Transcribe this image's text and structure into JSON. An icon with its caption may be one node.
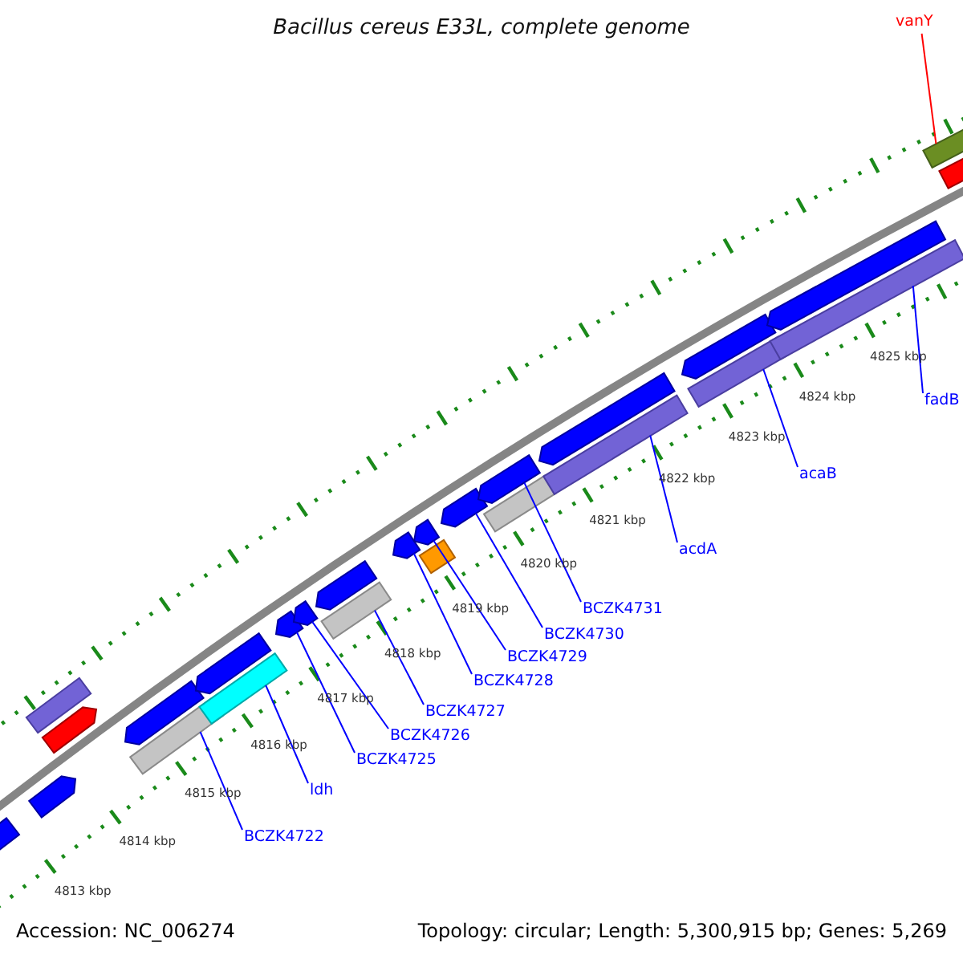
{
  "diagram": {
    "title": "Bacillus cereus E33L, complete genome",
    "nodes": [
      {
        "text": [
          "vanY"
        ]
      },
      {
        "text": [
          "fadB"
        ]
      },
      {
        "text": [
          "acaB"
        ]
      },
      {
        "text": [
          "acdA"
        ]
      },
      {
        "text": [
          "BCZK4731"
        ]
      },
      {
        "text": [
          "BCZK4730"
        ]
      },
      {
        "text": [
          "BCZK4729"
        ]
      },
      {
        "text": [
          "BCZK4728"
        ]
      },
      {
        "text": [
          "BCZK4727"
        ]
      },
      {
        "text": [
          "BCZK4726"
        ]
      },
      {
        "text": [
          "BCZK4725"
        ]
      },
      {
        "text": [
          "ldh"
        ]
      },
      {
        "text": [
          "BCZK4722"
        ]
      },
      {
        "text": [],
        "shape": "bar"
      },
      {
        "text": [],
        "shape": "bar"
      },
      {
        "text": [],
        "shape": "bar"
      },
      {
        "text": [],
        "shape": "bar"
      },
      {
        "text": [],
        "shape": "bar"
      },
      {
        "text": [],
        "shape": "bar"
      },
      {
        "text": [],
        "shape": "bar"
      },
      {
        "text": [],
        "shape": "bar"
      },
      {
        "text": [],
        "shape": "bar"
      },
      {
        "text": [],
        "shape": "bar"
      },
      {
        "text": [],
        "shape": "bar"
      },
      {
        "text": [],
        "shape": "bar"
      },
      {
        "text": [],
        "shape": "bar"
      },
      {
        "text": [],
        "shape": "bar"
      },
      {
        "text": [],
        "shape": "bar"
      },
      {
        "text": [],
        "shape": "bar"
      },
      {
        "text": [],
        "shape": "bar"
      },
      {
        "text": [],
        "shape": "bar"
      },
      {
        "text": [],
        "shape": "bar"
      },
      {
        "text": [],
        "shape": "bar"
      },
      {
        "text": [],
        "shape": "bar"
      },
      {
        "text": [],
        "shape": "bar"
      },
      {
        "text": [],
        "shape": "bar"
      },
      {
        "text": [],
        "shape": "bar"
      },
      {
        "text": [],
        "shape": "bar"
      },
      {
        "text": [],
        "shape": "bar"
      }
    ],
    "edges": [
      {
        "from": 0,
        "to": 37,
        "arrow": "none",
        "color": "#ff0000"
      },
      {
        "from": 1,
        "to": 36,
        "arrow": "none"
      },
      {
        "from": 2,
        "to": 34,
        "arrow": "none"
      },
      {
        "from": 3,
        "to": 32,
        "arrow": "none"
      },
      {
        "from": 4,
        "to": 29,
        "arrow": "none"
      },
      {
        "from": 5,
        "to": 28,
        "arrow": "none"
      },
      {
        "from": 6,
        "to": 26,
        "arrow": "none"
      },
      {
        "from": 7,
        "to": 25,
        "arrow": "none"
      },
      {
        "from": 8,
        "to": 24,
        "arrow": "none"
      },
      {
        "from": 9,
        "to": 22,
        "arrow": "none"
      },
      {
        "from": 10,
        "to": 21,
        "arrow": "none"
      },
      {
        "from": 11,
        "to": 20,
        "arrow": "none"
      },
      {
        "from": 12,
        "to": 18,
        "arrow": "none"
      }
    ],
    "labels": [
      "4825 kbp",
      "4824 kbp",
      "4823 kbp",
      "4822 kbp",
      "4821 kbp",
      "4820 kbp",
      "4819 kbp",
      "4818 kbp",
      "4817 kbp",
      "4816 kbp",
      "4815 kbp",
      "4814 kbp",
      "4813 kbp",
      "Accession: NC_006274",
      "Topology: circular; Length: 5,300,915 bp; Genes: 5,269"
    ]
  }
}
